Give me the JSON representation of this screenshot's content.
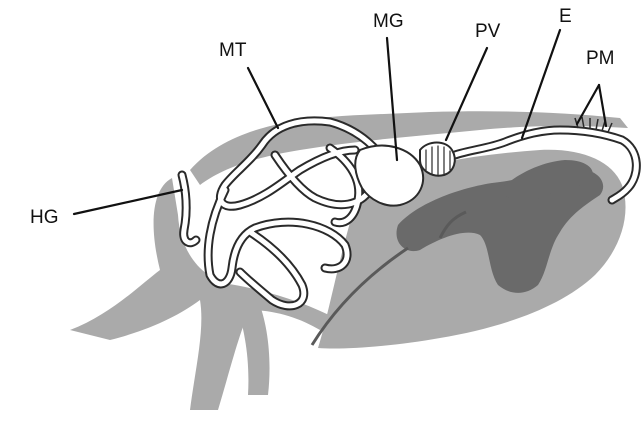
{
  "labels": {
    "mt": "MT",
    "mg": "MG",
    "pv": "PV",
    "e": "E",
    "pm": "PM",
    "hg": "HG"
  },
  "colors": {
    "body_light": "#aaaaaa",
    "body_dark": "#6a6a6a",
    "outline": "#2a2a2a",
    "tube_fill": "#ffffff",
    "leader_line": "#111111"
  }
}
